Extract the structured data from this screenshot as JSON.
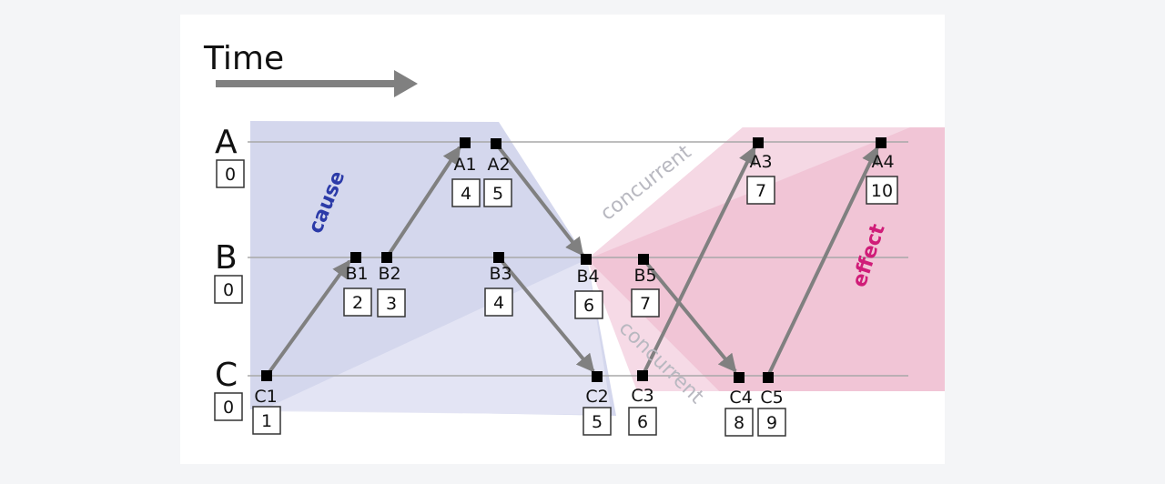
{
  "time_label": "Time",
  "processes": [
    {
      "name": "A",
      "initial": "0"
    },
    {
      "name": "B",
      "initial": "0"
    },
    {
      "name": "C",
      "initial": "0"
    }
  ],
  "events": [
    {
      "id": "A1",
      "counter": "4"
    },
    {
      "id": "A2",
      "counter": "5"
    },
    {
      "id": "A3",
      "counter": "7"
    },
    {
      "id": "A4",
      "counter": "10"
    },
    {
      "id": "B1",
      "counter": "2"
    },
    {
      "id": "B2",
      "counter": "3"
    },
    {
      "id": "B3",
      "counter": "4"
    },
    {
      "id": "B4",
      "counter": "6"
    },
    {
      "id": "B5",
      "counter": "7"
    },
    {
      "id": "C1",
      "counter": "1"
    },
    {
      "id": "C2",
      "counter": "5"
    },
    {
      "id": "C3",
      "counter": "6"
    },
    {
      "id": "C4",
      "counter": "8"
    },
    {
      "id": "C5",
      "counter": "9"
    }
  ],
  "regions": {
    "cause": "cause",
    "effect": "effect",
    "concurrent_upper": "concurrent",
    "concurrent_lower": "concurrent"
  },
  "colors": {
    "cause_fill": "#c9cde8",
    "cause_text": "#2b3aa8",
    "effect_fill": "#eaa6c0",
    "effect_text": "#d01c78",
    "concurrent_text": "#b8b8c0",
    "arrow": "#808080",
    "timeline": "#a8a8a8"
  }
}
